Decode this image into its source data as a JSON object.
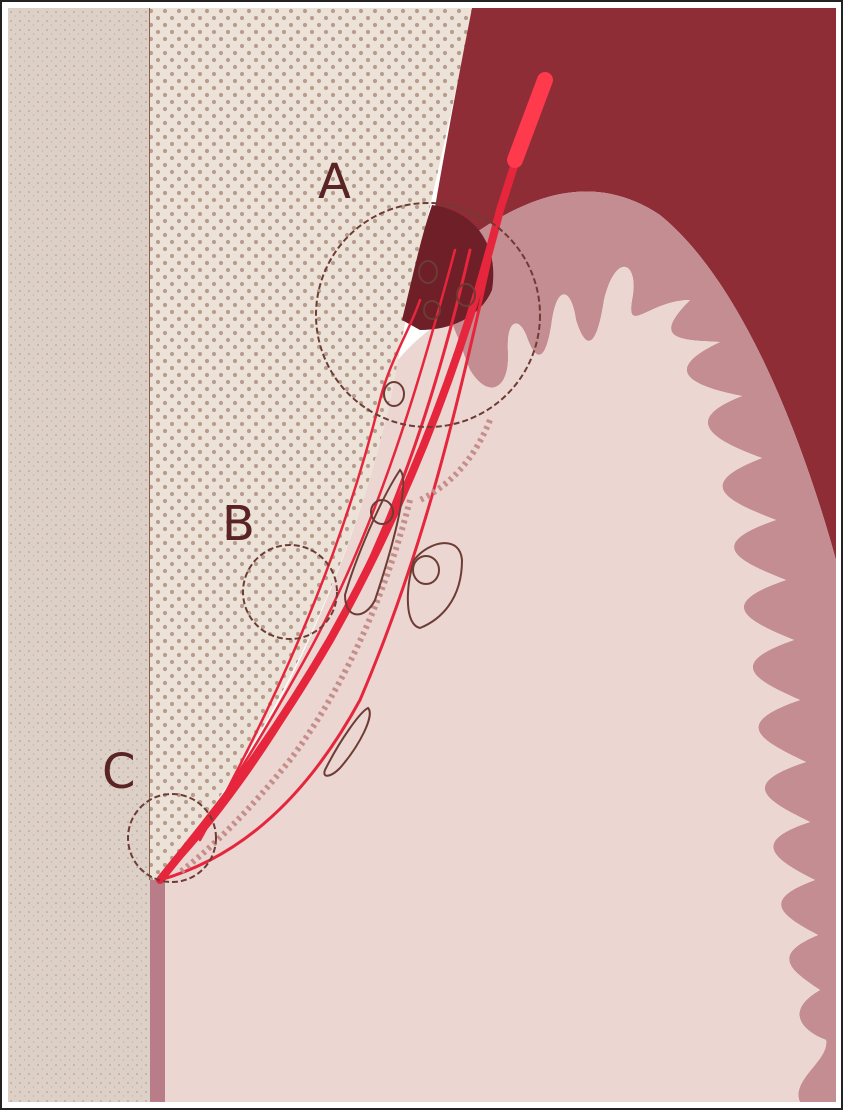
{
  "labels": {
    "a": "A",
    "b": "B",
    "c": "C"
  },
  "colors": {
    "tooth_surface": "#ddd0c7",
    "dotted_zone": "#ede2d7",
    "dot_color": "#b79d8d",
    "dark_tissue": "#8e2d36",
    "mid_tissue": "#c38d92",
    "light_tissue": "#ecd6d2",
    "probe_red": "#e6263c",
    "outline_brown": "#6d3c34",
    "label_color": "#5a2424"
  }
}
